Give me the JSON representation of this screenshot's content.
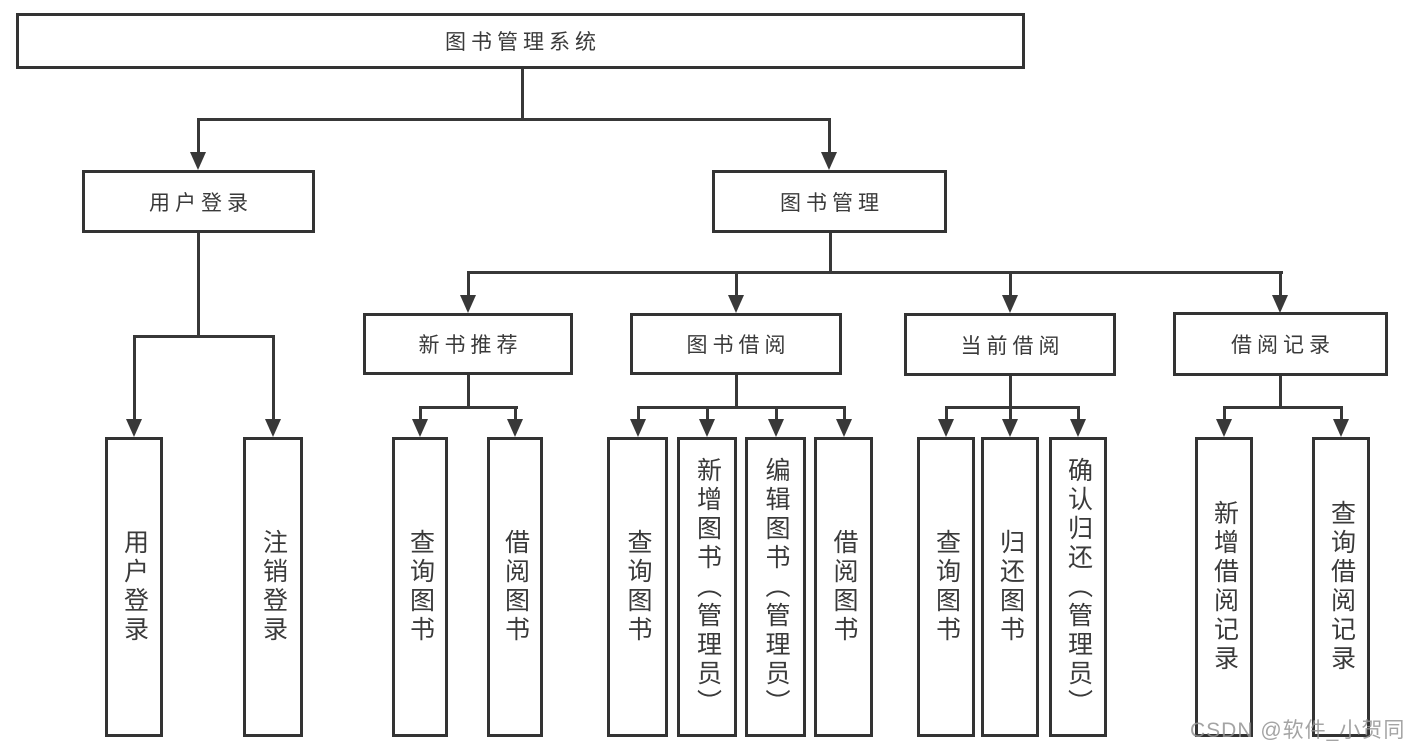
{
  "diagram": {
    "root": {
      "label": "图书管理系统"
    },
    "level2": [
      {
        "id": "user-login",
        "label": "用户登录"
      },
      {
        "id": "book-management",
        "label": "图书管理"
      }
    ],
    "level3": [
      {
        "id": "new-book-recommend",
        "label": "新书推荐"
      },
      {
        "id": "book-borrowing",
        "label": "图书借阅"
      },
      {
        "id": "current-borrowing",
        "label": "当前借阅"
      },
      {
        "id": "borrowing-records",
        "label": "借阅记录"
      }
    ],
    "leaves": [
      {
        "parent": "user-login",
        "label": "用户登录"
      },
      {
        "parent": "user-login",
        "label": "注销登录"
      },
      {
        "parent": "new-book-recommend",
        "label": "查询图书"
      },
      {
        "parent": "new-book-recommend",
        "label": "借阅图书"
      },
      {
        "parent": "book-borrowing",
        "label": "查询图书"
      },
      {
        "parent": "book-borrowing",
        "label": "新增图书（管理员）"
      },
      {
        "parent": "book-borrowing",
        "label": "编辑图书（管理员）"
      },
      {
        "parent": "book-borrowing",
        "label": "借阅图书"
      },
      {
        "parent": "current-borrowing",
        "label": "查询图书"
      },
      {
        "parent": "current-borrowing",
        "label": "归还图书"
      },
      {
        "parent": "current-borrowing",
        "label": "确认归还（管理员）"
      },
      {
        "parent": "borrowing-records",
        "label": "新增借阅记录"
      },
      {
        "parent": "borrowing-records",
        "label": "查询借阅记录"
      }
    ]
  },
  "watermark": {
    "text": "CSDN @软件_小贺同学"
  },
  "colors": {
    "line": "#383838",
    "border": "#333333",
    "text": "#3a3a3a",
    "background": "#ffffff",
    "watermark": "#949494"
  }
}
